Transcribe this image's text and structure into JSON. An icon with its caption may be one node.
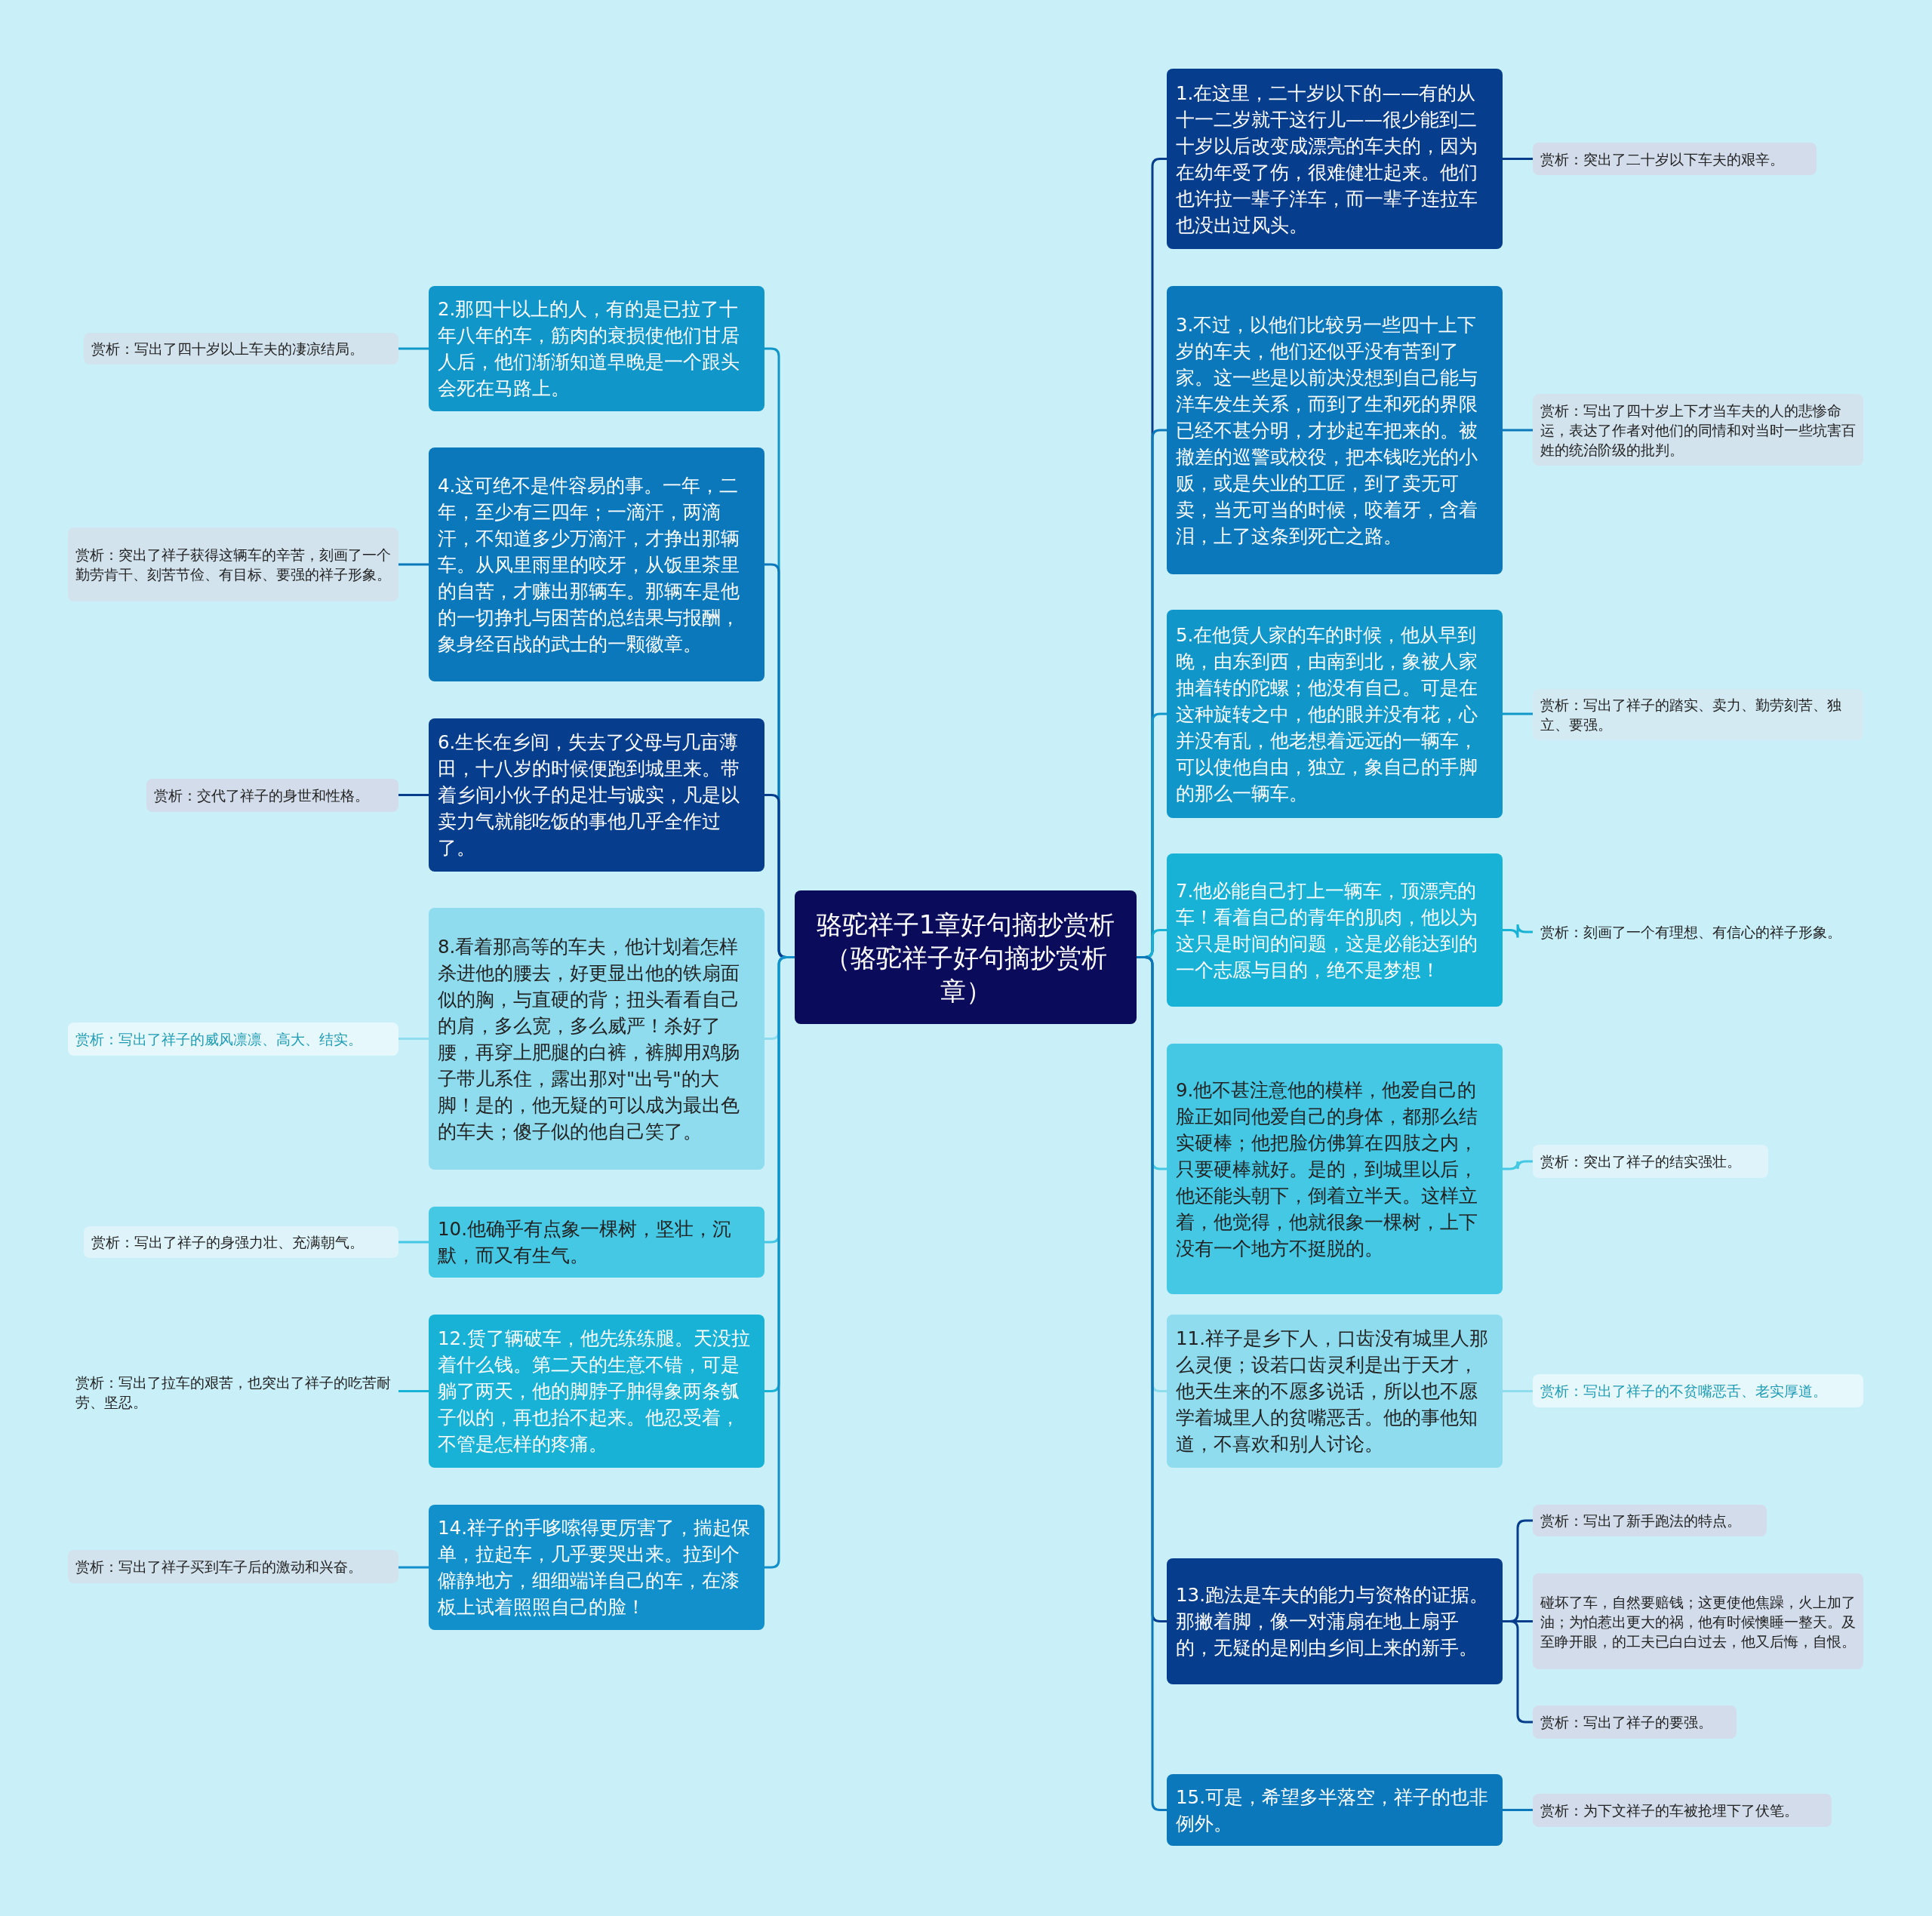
{
  "diagram": {
    "nodes": [
      {
        "text": [
          "骆驼祥子1章好句摘抄赏析（骆驼祥子好句摘抄赏析章）"
        ]
      },
      {
        "text": [
          "1.在这里，二十岁以下的——有的从十一二岁就干这行儿——很少能到二十岁以后改变成漂亮的车夫的，因为在幼年受了伤，很难健壮起来。他们也许拉一辈子洋车，而一辈子连拉车也没出过风头。"
        ]
      },
      {
        "text": [
          "赏析：突出了二十岁以下车夫的艰辛。"
        ]
      },
      {
        "text": [
          "2.那四十以上的人，有的是已拉了十年八年的车，筋肉的衰损使他们甘居人后，他们渐渐知道早晚是一个跟头会死在马路上。"
        ]
      },
      {
        "text": [
          "赏析：写出了四十岁以上车夫的凄凉结局。"
        ]
      },
      {
        "text": [
          "3.不过，以他们比较另一些四十上下岁的车夫，他们还似乎没有苦到了家。这一些是以前决没想到自己能与洋车发生关系，而到了生和死的界限已经不甚分明，才抄起车把来的。被撤差的巡警或校役，把本钱吃光的小贩，或是失业的工匠，到了卖无可卖，当无可当的时候，咬着牙，含着泪，上了这条到死亡之路。"
        ]
      },
      {
        "text": [
          "赏析：写出了四十岁上下才当车夫的人的悲惨命运，表达了作者对他们的同情和对当时一些坑害百姓的统治阶级的批判。"
        ]
      },
      {
        "text": [
          "4.这可绝不是件容易的事。一年，二年，至少有三四年；一滴汗，两滴汗，不知道多少万滴汗，才挣出那辆车。从风里雨里的咬牙，从饭里茶里的自苦，才赚出那辆车。那辆车是他的一切挣扎与困苦的总结果与报酬，象身经百战的武士的一颗徽章。"
        ]
      },
      {
        "text": [
          "赏析：突出了祥子获得这辆车的辛苦，刻画了一个勤劳肯干、刻苦节俭、有目标、要强的祥子形象。"
        ]
      },
      {
        "text": [
          "5.在他赁人家的车的时候，他从早到晚，由东到西，由南到北，象被人家抽着转的陀螺；他没有自己。可是在这种旋转之中，他的眼并没有花，心并没有乱，他老想着远远的一辆车，可以使他自由，独立，象自己的手脚的那么一辆车。"
        ]
      },
      {
        "text": [
          "赏析：写出了祥子的踏实、卖力、勤劳刻苦、独立、要强。"
        ]
      },
      {
        "text": [
          "6.生长在乡间，失去了父母与几亩薄田，十八岁的时候便跑到城里来。带着乡间小伙子的足壮与诚实，凡是以卖力气就能吃饭的事他几乎全作过了。"
        ]
      },
      {
        "text": [
          "赏析：交代了祥子的身世和性格。"
        ]
      },
      {
        "text": [
          "7.他必能自己打上一辆车，顶漂亮的车！看着自己的青年的肌肉，他以为这只是时间的问题，这是必能达到的一个志愿与目的，绝不是梦想！"
        ]
      },
      {
        "text": [
          "赏析：刻画了一个有理想、有信心的祥子形象。"
        ]
      },
      {
        "text": [
          "8.看着那高等的车夫，他计划着怎样杀进他的腰去，好更显出他的铁扇面似的胸，与直硬的背；扭头看看自己的肩，多么宽，多么威严！杀好了腰，再穿上肥腿的白裤，裤脚用鸡肠子带儿系住，露出那对\"出号\"的大脚！是的，他无疑的可以成为最出色的车夫；傻子似的他自己笑了。"
        ]
      },
      {
        "text": [
          "赏析：写出了祥子的威风凛凛、高大、结实。"
        ]
      },
      {
        "text": [
          "9.他不甚注意他的模样，他爱自己的脸正如同他爱自己的身体，都那么结实硬棒；他把脸仿佛算在四肢之内，只要硬棒就好。是的，到城里以后，他还能头朝下，倒着立半天。这样立着，他觉得，他就很象一棵树，上下没有一个地方不挺脱的。"
        ]
      },
      {
        "text": [
          "赏析：突出了祥子的结实强壮。"
        ]
      },
      {
        "text": [
          "10.他确乎有点象一棵树，坚壮，沉默，而又有生气。"
        ]
      },
      {
        "text": [
          "赏析：写出了祥子的身强力壮、充满朝气。"
        ]
      },
      {
        "text": [
          "11.祥子是乡下人，口齿没有城里人那么灵便；设若口齿灵利是出于天才，他天生来的不愿多说话，所以也不愿学着城里人的贫嘴恶舌。他的事他知道，不喜欢和别人讨论。"
        ]
      },
      {
        "text": [
          "赏析：写出了祥子的不贫嘴恶舌、老实厚道。"
        ]
      },
      {
        "text": [
          "12.赁了辆破车，他先练练腿。天没拉着什么钱。第二天的生意不错，可是躺了两天，他的脚脖子肿得象两条瓠子似的，再也抬不起来。他忍受着，不管是怎样的疼痛。"
        ]
      },
      {
        "text": [
          "赏析：写出了拉车的艰苦，也突出了祥子的吃苦耐劳、坚忍。"
        ]
      },
      {
        "text": [
          "13.跑法是车夫的能力与资格的证据。那撇着脚，像一对蒲扇在地上扇乎的，无疑的是刚由乡间上来的新手。"
        ]
      },
      {
        "text": [
          "赏析：写出了新手跑法的特点。"
        ]
      },
      {
        "text": [
          "碰坏了车，自然要赔钱；这更使他焦躁，火上加了油；为怕惹出更大的祸，他有时候懊睡一整天。及至睁开眼，的工夫已白白过去，他又后悔，自恨。"
        ]
      },
      {
        "text": [
          "赏析：写出了祥子的要强。"
        ]
      },
      {
        "text": [
          "14.祥子的手哆嗦得更厉害了，揣起保单，拉起车，几乎要哭出来。拉到个僻静地方，细细端详自己的车，在漆板上试着照照自己的脸！"
        ]
      },
      {
        "text": [
          "赏析：写出了祥子买到车子后的激动和兴奋。"
        ]
      },
      {
        "text": [
          "15.可是，希望多半落空，祥子的也非例外。"
        ]
      },
      {
        "text": [
          "赏析：为下文祥子的车被抢埋下了伏笔。"
        ]
      }
    ],
    "edges": [
      {
        "from": 0,
        "to": 1,
        "arrow": "none",
        "color": "#063d8c"
      },
      {
        "from": 1,
        "to": 2,
        "arrow": "none",
        "color": "#063d8c"
      },
      {
        "from": 0,
        "to": 3,
        "arrow": "none",
        "color": "#1196c9"
      },
      {
        "from": 3,
        "to": 4,
        "arrow": "none",
        "color": "#1196c9"
      },
      {
        "from": 0,
        "to": 5,
        "arrow": "none",
        "color": "#0a78bb"
      },
      {
        "from": 5,
        "to": 6,
        "arrow": "none",
        "color": "#0a78bb"
      },
      {
        "from": 0,
        "to": 7,
        "arrow": "none",
        "color": "#0a78bb"
      },
      {
        "from": 7,
        "to": 8,
        "arrow": "none",
        "color": "#0a78bb"
      },
      {
        "from": 0,
        "to": 9,
        "arrow": "none",
        "color": "#1196c9"
      },
      {
        "from": 9,
        "to": 10,
        "arrow": "none",
        "color": "#1196c9"
      },
      {
        "from": 0,
        "to": 11,
        "arrow": "none",
        "color": "#063d8c"
      },
      {
        "from": 11,
        "to": 12,
        "arrow": "none",
        "color": "#063d8c"
      },
      {
        "from": 0,
        "to": 13,
        "arrow": "none",
        "color": "#17b2d6"
      },
      {
        "from": 13,
        "to": 14,
        "arrow": "none",
        "color": "#17b2d6"
      },
      {
        "from": 0,
        "to": 15,
        "arrow": "none",
        "color": "#8fdcef"
      },
      {
        "from": 15,
        "to": 16,
        "arrow": "none",
        "color": "#8fdcef"
      },
      {
        "from": 0,
        "to": 17,
        "arrow": "none",
        "color": "#45c8e4"
      },
      {
        "from": 17,
        "to": 18,
        "arrow": "none",
        "color": "#45c8e4"
      },
      {
        "from": 0,
        "to": 19,
        "arrow": "none",
        "color": "#45c8e4"
      },
      {
        "from": 19,
        "to": 20,
        "arrow": "none",
        "color": "#45c8e4"
      },
      {
        "from": 0,
        "to": 21,
        "arrow": "none",
        "color": "#8fdcef"
      },
      {
        "from": 21,
        "to": 22,
        "arrow": "none",
        "color": "#8fdcef"
      },
      {
        "from": 0,
        "to": 23,
        "arrow": "none",
        "color": "#17b2d6"
      },
      {
        "from": 23,
        "to": 24,
        "arrow": "none",
        "color": "#17b2d6"
      },
      {
        "from": 0,
        "to": 25,
        "arrow": "none",
        "color": "#063d8c"
      },
      {
        "from": 25,
        "to": 26,
        "arrow": "none",
        "color": "#063d8c"
      },
      {
        "from": 25,
        "to": 27,
        "arrow": "none",
        "color": "#063d8c"
      },
      {
        "from": 25,
        "to": 28,
        "arrow": "none",
        "color": "#063d8c"
      },
      {
        "from": 0,
        "to": 29,
        "arrow": "none",
        "color": "#1290cb"
      },
      {
        "from": 29,
        "to": 30,
        "arrow": "none",
        "color": "#1290cb"
      },
      {
        "from": 0,
        "to": 31,
        "arrow": "none",
        "color": "#0a78bb"
      },
      {
        "from": 31,
        "to": 32,
        "arrow": "none",
        "color": "#0a78bb"
      }
    ]
  }
}
